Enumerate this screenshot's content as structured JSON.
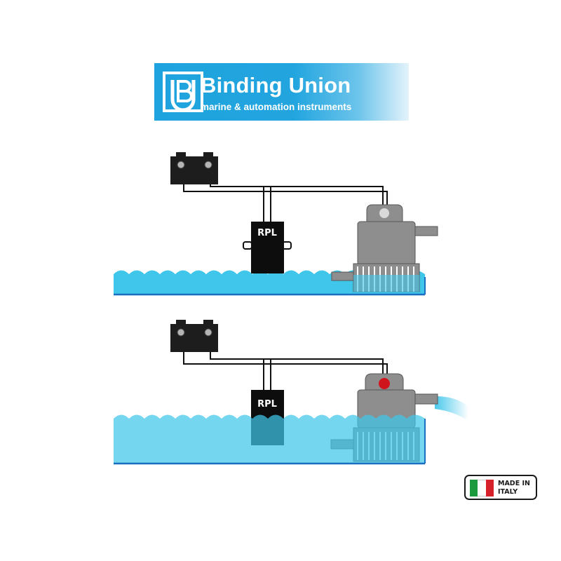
{
  "logo": {
    "name": "Binding Union",
    "tagline": "marine & automation instruments",
    "mark_letters": "BU"
  },
  "diagram": {
    "top_panel": {
      "device_label": "RPL",
      "state": "water low, pump off"
    },
    "bottom_panel": {
      "device_label": "RPL",
      "state": "water high, pump on"
    }
  },
  "badge": {
    "line1": "MADE IN",
    "line2": "ITALY",
    "flag_colors": [
      "#1e9a3e",
      "#ffffff",
      "#d6202a"
    ]
  },
  "colors": {
    "brand_blue": "#1fa3de",
    "water": "#40c6ea",
    "water_line": "#1a6fc0",
    "pump_gray": "#8e8e8e",
    "indicator_off": "#d9d9d9",
    "indicator_on": "#d0141c"
  }
}
